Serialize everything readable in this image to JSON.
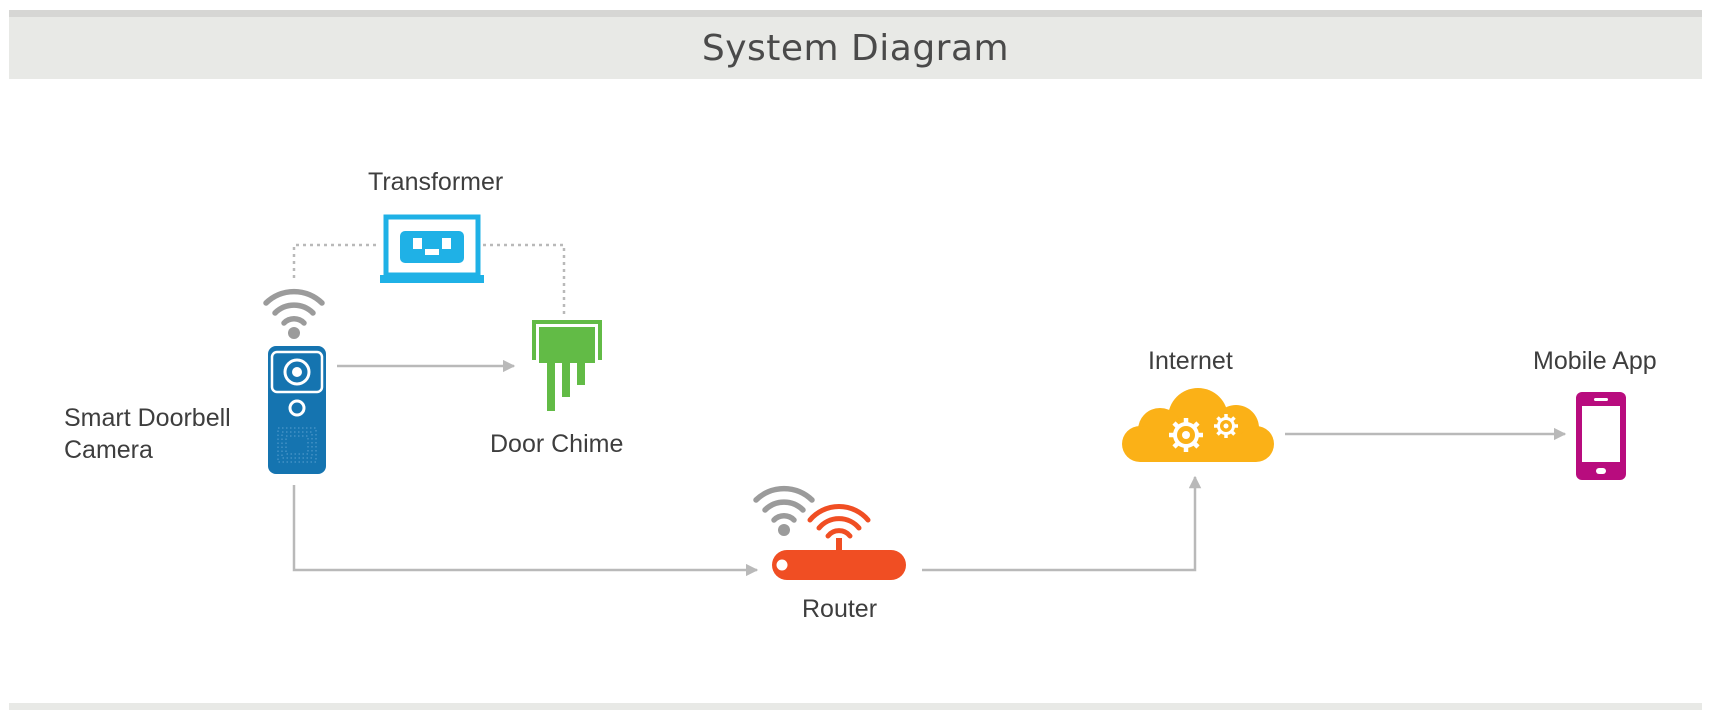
{
  "header": {
    "title": "System Diagram"
  },
  "nodes": {
    "transformer": {
      "label": "Transformer"
    },
    "doorbell": {
      "label_line1": "Smart Doorbell",
      "label_line2": "Camera"
    },
    "chime": {
      "label": "Door Chime"
    },
    "router": {
      "label": "Router"
    },
    "internet": {
      "label": "Internet"
    },
    "mobile": {
      "label": "Mobile App"
    }
  },
  "colors": {
    "transformer": "#1fb1e6",
    "doorbell": "#1574b0",
    "chime": "#62bb46",
    "router": "#f04e23",
    "internet": "#fbb117",
    "mobile": "#b80c7e",
    "wifi": "#9b9b9b",
    "connector": "#b9b9b9"
  },
  "icons": {
    "transformer": "transformer-icon",
    "doorbell": "doorbell-camera-icon",
    "chime": "door-chime-icon",
    "router": "router-icon",
    "internet": "cloud-gears-icon",
    "mobile": "smartphone-icon",
    "wifi": "wifi-icon"
  }
}
